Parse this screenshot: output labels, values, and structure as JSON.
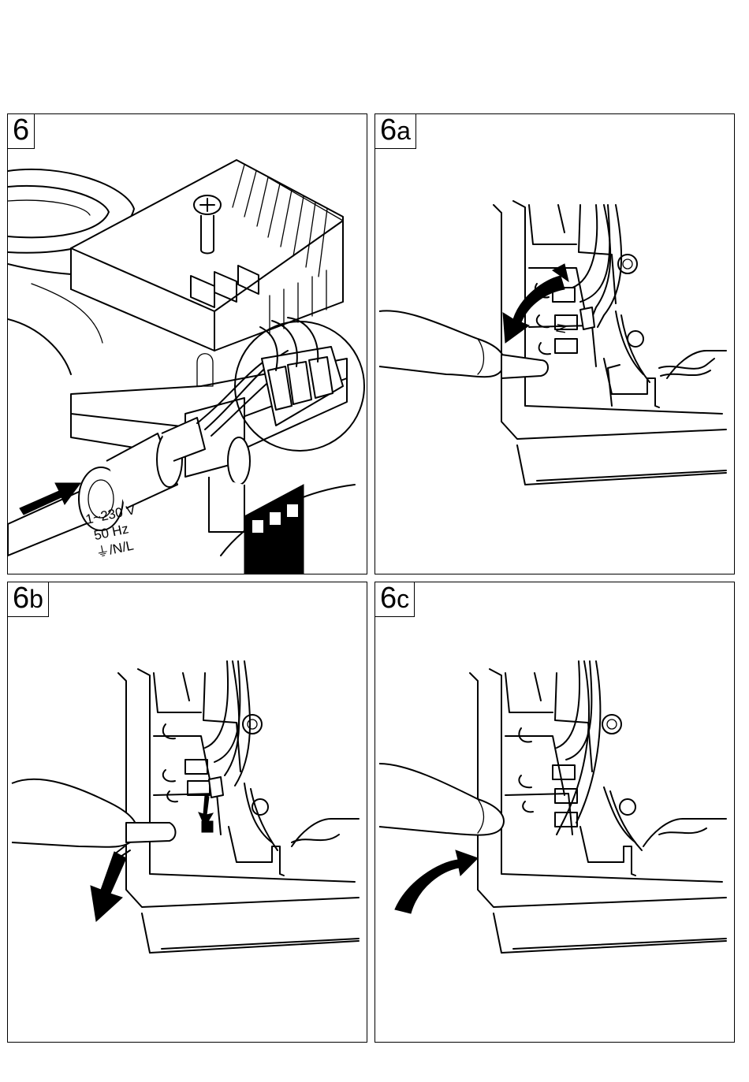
{
  "panels": [
    {
      "id": "6",
      "label_main": "6",
      "label_sub": ""
    },
    {
      "id": "6a",
      "label_main": "6",
      "label_sub": "a"
    },
    {
      "id": "6b",
      "label_main": "6",
      "label_sub": "b"
    },
    {
      "id": "6c",
      "label_main": "6",
      "label_sub": "c"
    }
  ],
  "power_spec": {
    "voltage": "1~230 V",
    "frequency": "50 Hz",
    "conductors": "⏚/N/L"
  },
  "terminals": {
    "neutral": "N",
    "live": "L"
  }
}
